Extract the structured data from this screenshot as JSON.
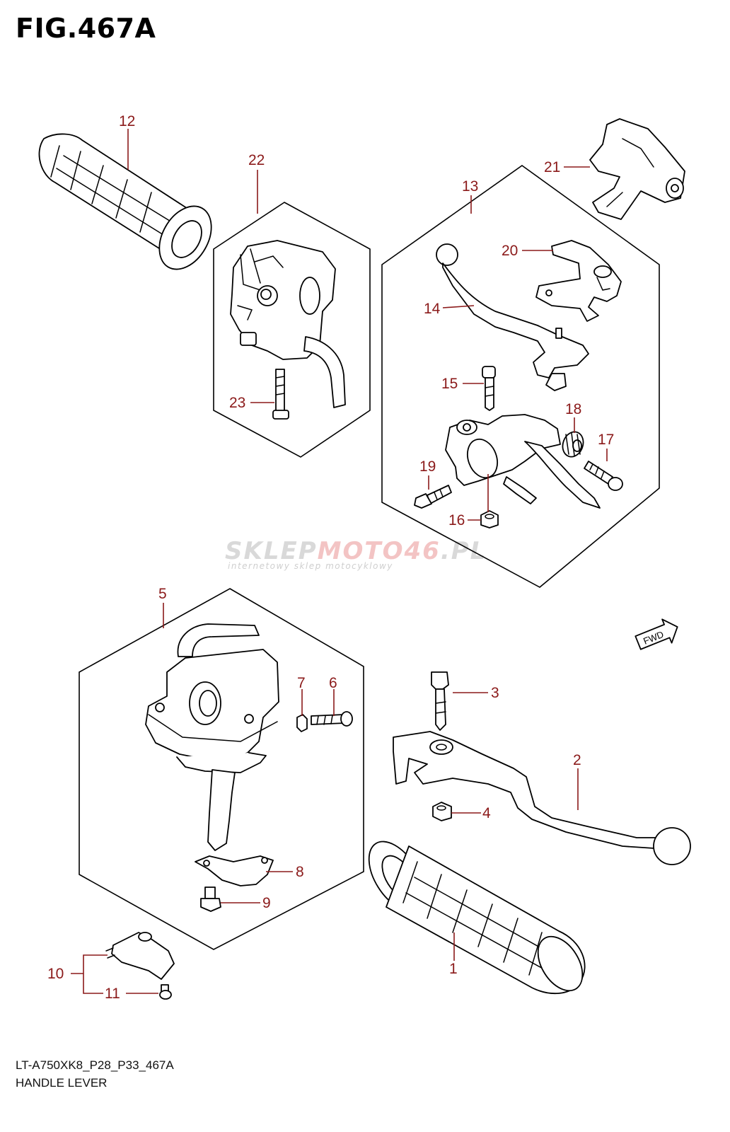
{
  "figure": {
    "title": "FIG.467A",
    "code": "LT-A750XK8_P28_P33_467A",
    "name": "HANDLE LEVER"
  },
  "watermark": {
    "main": "SKLEP",
    "accent": "MOTO46",
    "suffix": ".PL",
    "sub": "internetowy sklep motocyklowy"
  },
  "fwd_label": "FWD",
  "callouts": [
    {
      "id": "1",
      "label": "1"
    },
    {
      "id": "2",
      "label": "2"
    },
    {
      "id": "3",
      "label": "3"
    },
    {
      "id": "4",
      "label": "4"
    },
    {
      "id": "5",
      "label": "5"
    },
    {
      "id": "6",
      "label": "6"
    },
    {
      "id": "7",
      "label": "7"
    },
    {
      "id": "8",
      "label": "8"
    },
    {
      "id": "9",
      "label": "9"
    },
    {
      "id": "10",
      "label": "10"
    },
    {
      "id": "11",
      "label": "11"
    },
    {
      "id": "12",
      "label": "12"
    },
    {
      "id": "13",
      "label": "13"
    },
    {
      "id": "14",
      "label": "14"
    },
    {
      "id": "15",
      "label": "15"
    },
    {
      "id": "16",
      "label": "16"
    },
    {
      "id": "17",
      "label": "17"
    },
    {
      "id": "18",
      "label": "18"
    },
    {
      "id": "19",
      "label": "19"
    },
    {
      "id": "20",
      "label": "20"
    },
    {
      "id": "21",
      "label": "21"
    },
    {
      "id": "22",
      "label": "22"
    },
    {
      "id": "23",
      "label": "23"
    }
  ],
  "colors": {
    "callout": "#8b1a1a",
    "line": "#000000"
  }
}
